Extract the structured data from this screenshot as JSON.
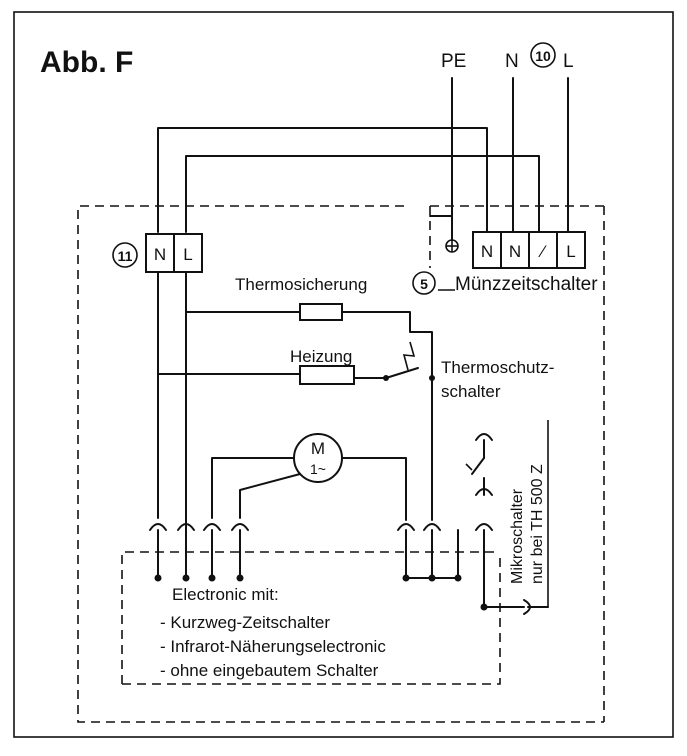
{
  "figure_title": "Abb. F",
  "supply": {
    "pe": "PE",
    "n": "N",
    "l": "L",
    "num": "10"
  },
  "munz": {
    "t1": "N",
    "t2": "N",
    "t3": "⁄",
    "t4": "L",
    "num": "5",
    "label": "Münzzeitschalter"
  },
  "term11": {
    "num": "11",
    "n": "N",
    "l": "L"
  },
  "labels": {
    "thermosicherung": "Thermosicherung",
    "heizung": "Heizung",
    "thermoschutz_1": "Thermoschutz-",
    "thermoschutz_2": "schalter",
    "mikro_1": "Mikroschalter",
    "mikro_2": "nur bei TH 500 Z"
  },
  "motor": {
    "line1": "M",
    "line2": "1~"
  },
  "electronic": {
    "heading": "Electronic mit:",
    "items": [
      "-  Kurzweg-Zeitschalter",
      "-  Infrarot-Näherungselectronic",
      "-  ohne eingebautem Schalter"
    ]
  },
  "colors": {
    "ink": "#111111",
    "background": "#ffffff"
  }
}
